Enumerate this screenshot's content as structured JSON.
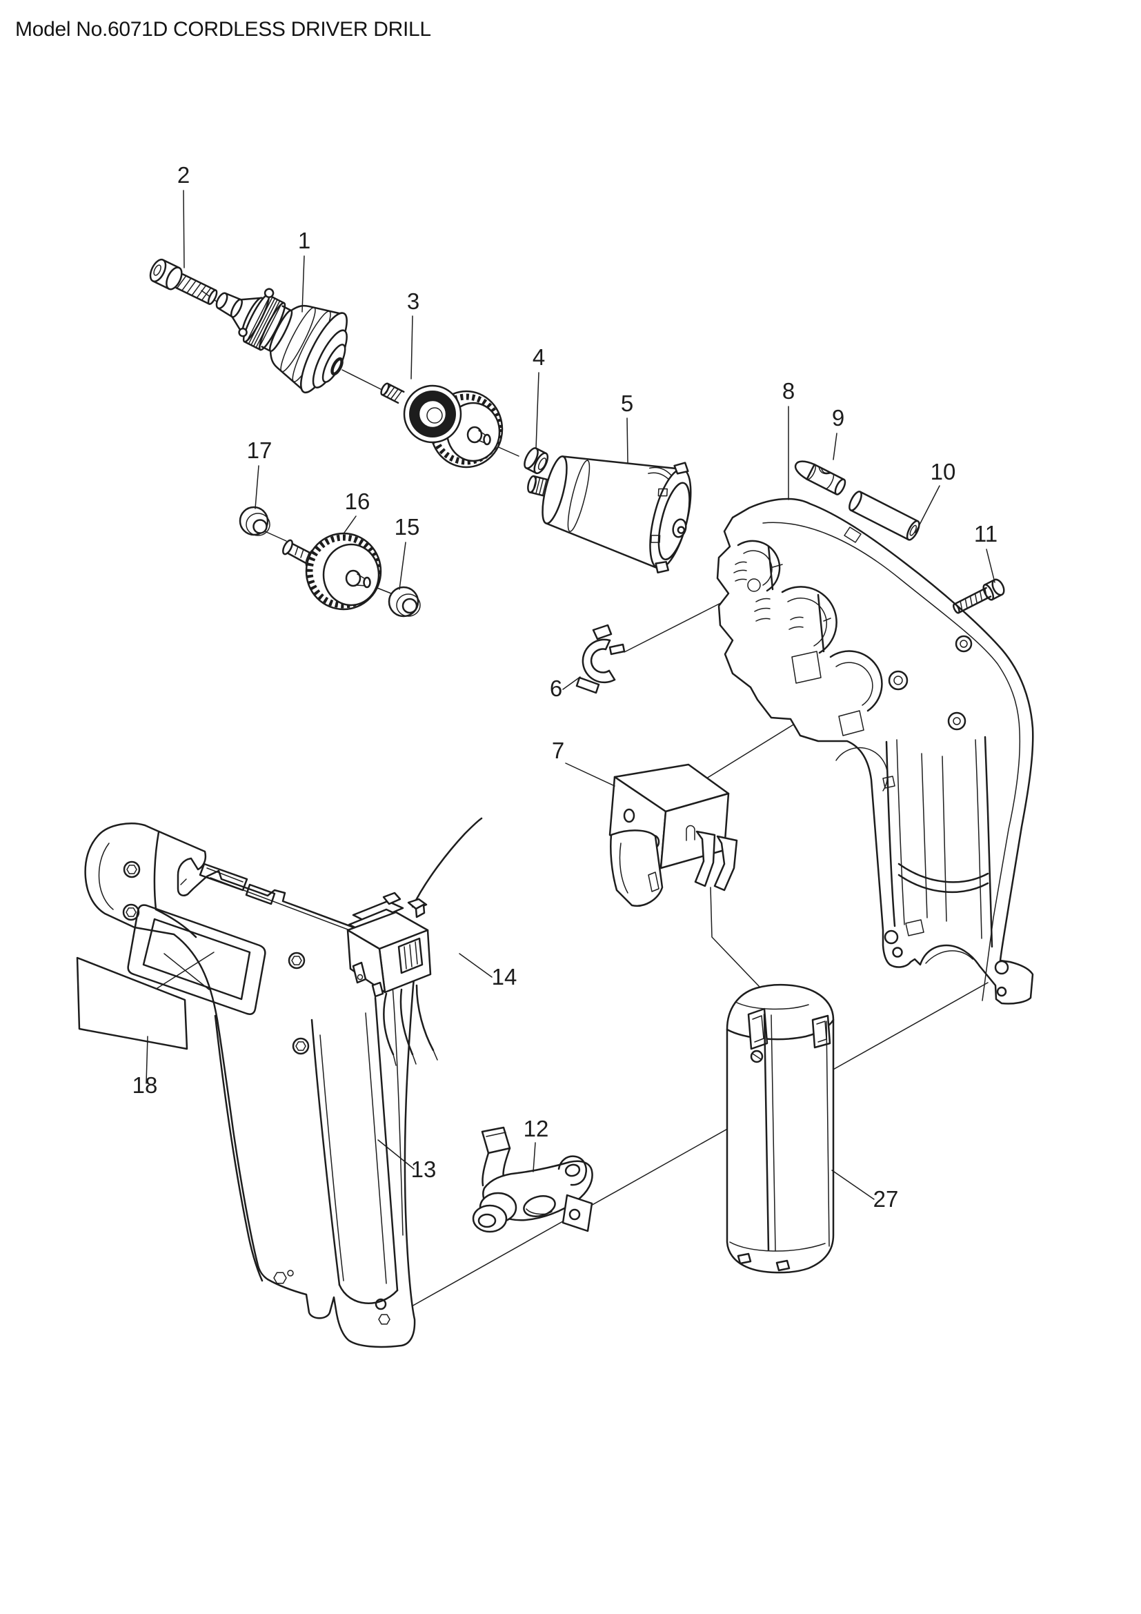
{
  "title": "Model No.6071D CORDLESS DRIVER DRILL",
  "colors": {
    "ink": "#1d1d1d",
    "background": "#ffffff"
  },
  "callouts": {
    "c1": {
      "label": "1"
    },
    "c2": {
      "label": "2"
    },
    "c3": {
      "label": "3"
    },
    "c4": {
      "label": "4"
    },
    "c5": {
      "label": "5"
    },
    "c6": {
      "label": "6"
    },
    "c7": {
      "label": "7"
    },
    "c8": {
      "label": "8"
    },
    "c9": {
      "label": "9"
    },
    "c10": {
      "label": "10"
    },
    "c11": {
      "label": "11"
    },
    "c12": {
      "label": "12"
    },
    "c13": {
      "label": "13"
    },
    "c14": {
      "label": "14"
    },
    "c15": {
      "label": "15"
    },
    "c16": {
      "label": "16"
    },
    "c17": {
      "label": "17"
    },
    "c18": {
      "label": "18"
    },
    "c27": {
      "label": "27"
    }
  }
}
